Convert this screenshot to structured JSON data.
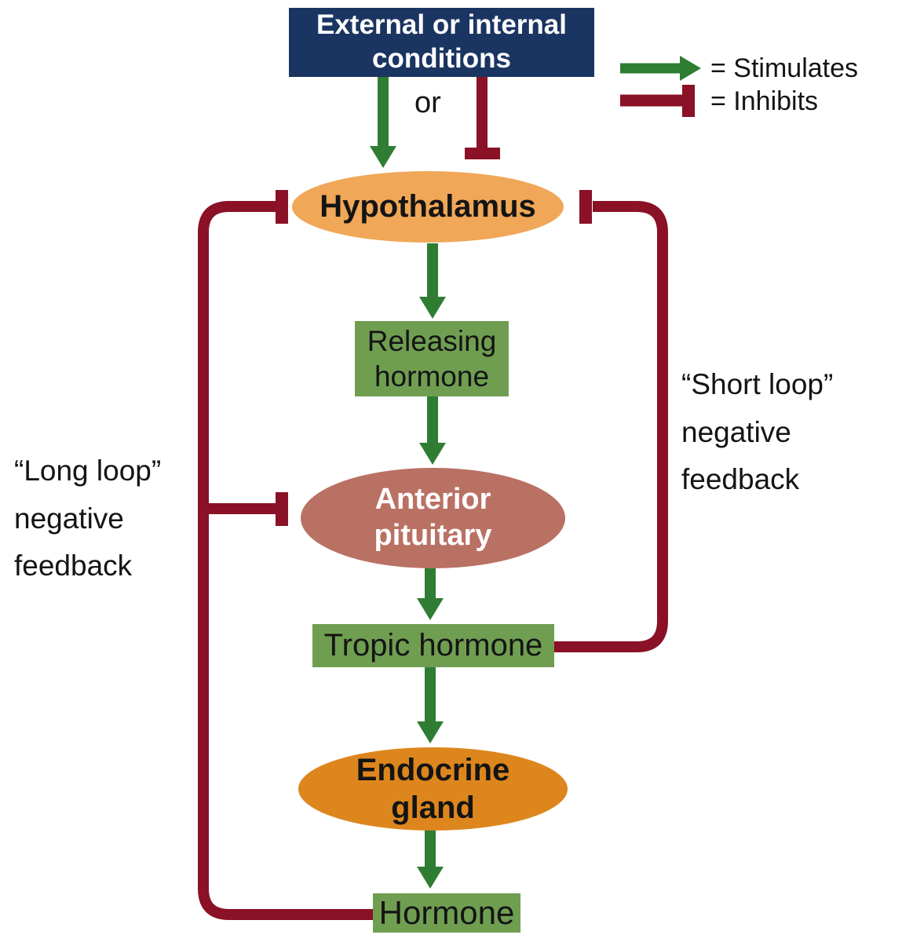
{
  "title": "Hormone feedback loop diagram",
  "colors": {
    "navy": "#1b3562",
    "stimulate_green": "#2e7d33",
    "inhibit_red": "#8a1126",
    "box_green": "#6f9e51",
    "hypothalamus_orange": "#f0a757",
    "endocrine_orange": "#dd861e",
    "pituitary_rose": "#b97164"
  },
  "top_box": {
    "label": "External or internal conditions"
  },
  "or_label": "or",
  "legend": {
    "stimulates": "= Stimulates",
    "inhibits": "= Inhibits",
    "stimulates_icon": "green-arrow",
    "inhibits_icon": "red-tbar"
  },
  "nodes": {
    "hypothalamus": "Hypothalamus",
    "releasing_hormone": "Releasing hormone",
    "anterior_pituitary": "Anterior pituitary",
    "tropic_hormone": "Tropic hormone",
    "endocrine_gland": "Endocrine gland",
    "hormone": "Hormone"
  },
  "annotations": {
    "long_loop": "“Long loop”\nnegative\nfeedback",
    "short_loop": "“Short loop”\nnegative\nfeedback"
  }
}
